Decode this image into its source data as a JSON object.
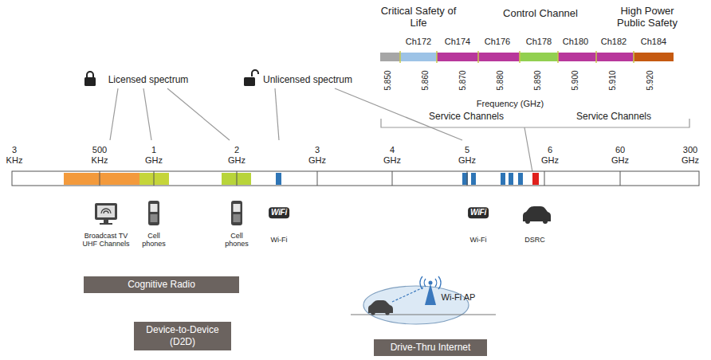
{
  "diagram": {
    "nodes": [
      {
        "text": [
          "Cognitive Radio"
        ]
      },
      {
        "text": [
          "Device-to-Device (D2D)"
        ]
      },
      {
        "text": [
          "Drive-Thru Internet"
        ]
      }
    ],
    "labels": [
      "Critical Safety of Life",
      "Control Channel",
      "High Power Public Safety",
      "Ch172",
      "Ch174",
      "Ch176",
      "Ch178",
      "Ch180",
      "Ch182",
      "Ch184",
      "5.850",
      "5.860",
      "5.870",
      "5.880",
      "5.890",
      "5.900",
      "5.910",
      "5.920",
      "Frequency (GHz)",
      "Service Channels",
      "Service Channels",
      "Licensed spectrum",
      "Unlicensed spectrum",
      "3 KHz",
      "500 KHz",
      "1 GHz",
      "2 GHz",
      "3 GHz",
      "4 GHz",
      "5 GHz",
      "6 GHz",
      "60 GHz",
      "300 GHz",
      "Broadcast TV UHF Channels",
      "Cell phones",
      "Cell phones",
      "WiFi",
      "Wi-Fi",
      "WiFi",
      "Wi-Fi",
      "DSRC",
      "Wi-Fi AP"
    ]
  }
}
